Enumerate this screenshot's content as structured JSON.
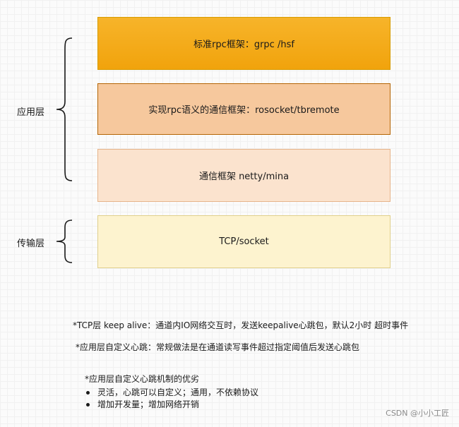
{
  "diagram": {
    "layers": {
      "rpc_framework": "标准rpc框架：grpc /hsf",
      "rpc_semantic": "实现rpc语义的通信框架：rosocket/tbremote",
      "comm_framework": "通信框架 netty/mina",
      "transport": "TCP/socket"
    },
    "labels": {
      "application_layer": "应用层",
      "transport_layer": "传输层"
    },
    "colors": {
      "rpc_framework_fill": "#f1a30c",
      "rpc_semantic_fill": "#f6c89d",
      "comm_framework_fill": "#fbe3ce",
      "transport_fill": "#fdf3cf"
    }
  },
  "notes": {
    "tcp_keepalive": "*TCP层 keep alive：通道内IO网络交互时，发送keepalive心跳包，默认2小时 超时事件",
    "app_heartbeat": "*应用层自定义心跳：常规做法是在通道读写事件超过指定阈值后发送心跳包",
    "mechanism_title": "*应用层自定义心跳机制的优劣",
    "bullets": [
      "灵活，心跳可以自定义；通用，不依赖协议",
      "增加开发量；增加网络开销"
    ]
  },
  "watermark": "CSDN @小小工匠"
}
